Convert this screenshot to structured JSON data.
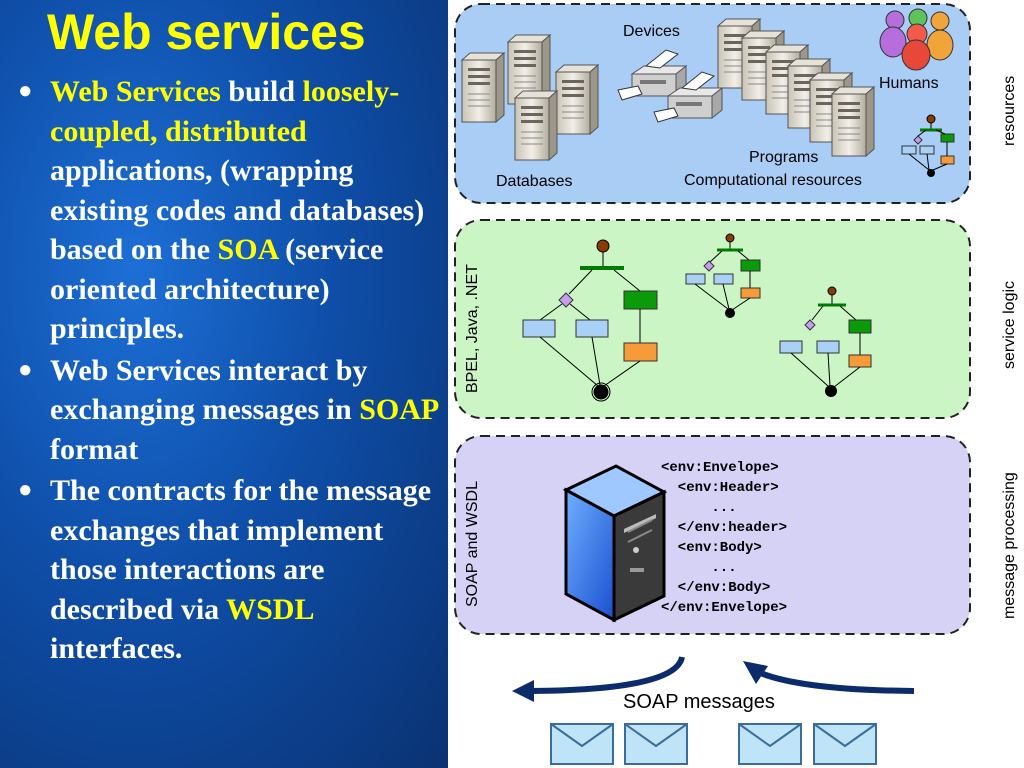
{
  "title": "Web services",
  "bullets": [
    {
      "parts": [
        {
          "text": "Web Services",
          "hl": true
        },
        {
          "text": " build ",
          "hl": false
        },
        {
          "text": "loosely-coupled, distributed",
          "hl": true
        },
        {
          "text": " applications, (wrapping existing codes and databases) based on the ",
          "hl": false
        },
        {
          "text": "SOA",
          "hl": true
        },
        {
          "text": " (service oriented architecture) principles.",
          "hl": false
        }
      ]
    },
    {
      "parts": [
        {
          "text": "Web Services interact by exchanging messages in ",
          "hl": false
        },
        {
          "text": "SOAP",
          "hl": true
        },
        {
          "text": " format",
          "hl": false
        }
      ]
    },
    {
      "parts": [
        {
          "text": "The contracts for the message exchanges that implement those interactions are described via ",
          "hl": false
        },
        {
          "text": "WSDL",
          "hl": true
        },
        {
          "text": " interfaces.",
          "hl": false
        }
      ]
    }
  ],
  "resources": {
    "devices": "Devices",
    "humans": "Humans",
    "databases": "Databases",
    "programs": "Programs",
    "computational": "Computational resources"
  },
  "side_labels": {
    "resources": "resources",
    "service_logic": "service logic",
    "message_processing": "message processing"
  },
  "vertical_labels": {
    "bpel": "BPEL, Java, .NET",
    "soap_wsdl": "SOAP and WSDL"
  },
  "soap_code": [
    "<env:Envelope>",
    "  <env:Header>",
    "      ...",
    "  </env:header>",
    "  <env:Body>",
    "      ...",
    "  </env:Body>",
    "</env:Envelope>"
  ],
  "soap_messages_label": "SOAP messages",
  "colors": {
    "accent_yellow": "#ffff00",
    "bg_blue": "#0e4ea8",
    "resources_box": "#a9cdf5",
    "logic_box": "#ccf5c6",
    "message_box": "#d6d2f6",
    "arrow": "#0b2b6a"
  }
}
